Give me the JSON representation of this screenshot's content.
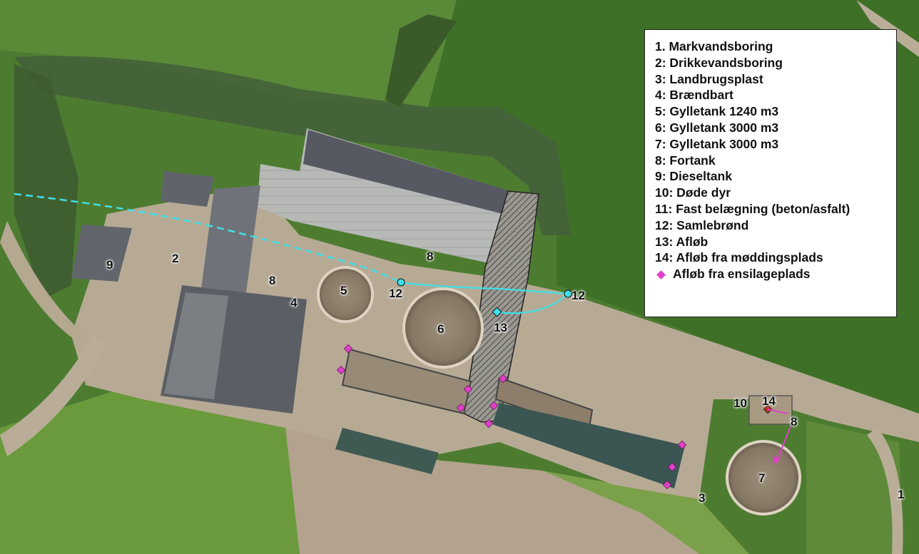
{
  "colors": {
    "field": "#4c7a2e",
    "field_light": "#6e9a46",
    "gravel": "#b9ab97",
    "roof_dark": "#4d4f55",
    "roof_light": "#b6b8b6",
    "tank_fill": "#8b7e6c",
    "pipe": "#3fe0e8",
    "drain": "#e040c8",
    "hatch": "#333333"
  },
  "legend": {
    "items": [
      "1. Markvandsboring",
      "2: Drikkevandsboring",
      "3: Landbrugsplast",
      "4: Brændbart",
      "5: Gylletank 1240 m3",
      "6: Gylletank 3000 m3",
      "7: Gylletank 3000 m3",
      "8: Fortank",
      "9: Dieseltank",
      "10: Døde dyr",
      "11: Fast belægning (beton/asfalt)",
      "12: Samlebrønd",
      "13: Afløb",
      "14: Afløb fra møddingsplads"
    ],
    "symbol_item": "Afløb fra ensilageplads",
    "symbol_icon": "diamond-icon"
  },
  "labels": {
    "l1": "1",
    "l2": "2",
    "l3": "3",
    "l4": "4",
    "l5": "5",
    "l6": "6",
    "l7": "7",
    "l8a": "8",
    "l8b": "8",
    "l8c": "8",
    "l9": "9",
    "l10": "10",
    "l12a": "12",
    "l12b": "12",
    "l13": "13",
    "l14": "14"
  }
}
